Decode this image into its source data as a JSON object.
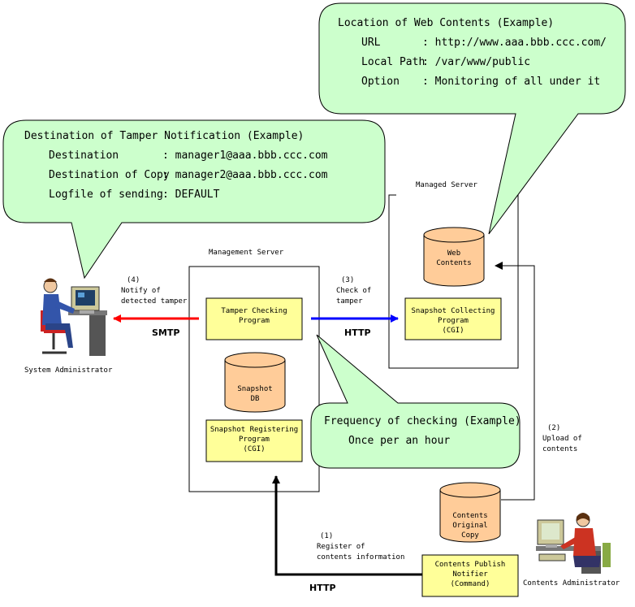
{
  "callouts": {
    "web_contents": {
      "title": "Location of Web Contents (Example)",
      "rows": [
        {
          "key": "URL",
          "value": ": http://www.aaa.bbb.ccc.com/"
        },
        {
          "key": "Local Path",
          "value": ": /var/www/public"
        },
        {
          "key": "Option",
          "value": ": Monitoring of all under it"
        }
      ]
    },
    "tamper_notification": {
      "title": "Destination of Tamper Notification (Example)",
      "rows": [
        {
          "key": "Destination",
          "value": ": manager1@aaa.bbb.ccc.com"
        },
        {
          "key": "Destination of Copy",
          "value": ": manager2@aaa.bbb.ccc.com"
        },
        {
          "key": "Logfile of sending",
          "value": ": DEFAULT"
        }
      ]
    },
    "frequency": {
      "title": "Frequency of checking (Example)",
      "value": "Once per an hour"
    }
  },
  "servers": {
    "managed": {
      "label": "Managed Server",
      "web_db": [
        "Web",
        "Contents"
      ],
      "collector": [
        "Snapshot Collecting",
        "Program",
        "(CGI)"
      ]
    },
    "management": {
      "label": "Management Server",
      "checker": [
        "Tamper Checking",
        "Program"
      ],
      "snapshot_db": [
        "Snapshot",
        "DB"
      ],
      "registrar": [
        "Snapshot Registering",
        "Program",
        "(CGI)"
      ]
    }
  },
  "original_db": [
    "Contents",
    "Original",
    "Copy"
  ],
  "notifier": [
    "Contents Publish",
    "Notifier",
    "(Command)"
  ],
  "actors": {
    "sysadmin": "System Administrator",
    "contentsadmin": "Contents Administrator"
  },
  "steps": {
    "s1": [
      "(1)",
      "Register of",
      "contents information"
    ],
    "s2": [
      "(2)",
      "Upload of",
      "contents"
    ],
    "s3": [
      "(3)",
      "Check of",
      "tamper"
    ],
    "s4": [
      "(4)",
      "Notify of",
      "detected tamper"
    ]
  },
  "protocols": {
    "smtp": "SMTP",
    "http_check": "HTTP",
    "http_register": "HTTP"
  },
  "colors": {
    "callout_fill": "#ccffcc",
    "box_fill": "#ffff99",
    "db_fill": "#ffcc99",
    "smtp_arrow": "#ff0000",
    "http_arrow": "#0000ff"
  }
}
